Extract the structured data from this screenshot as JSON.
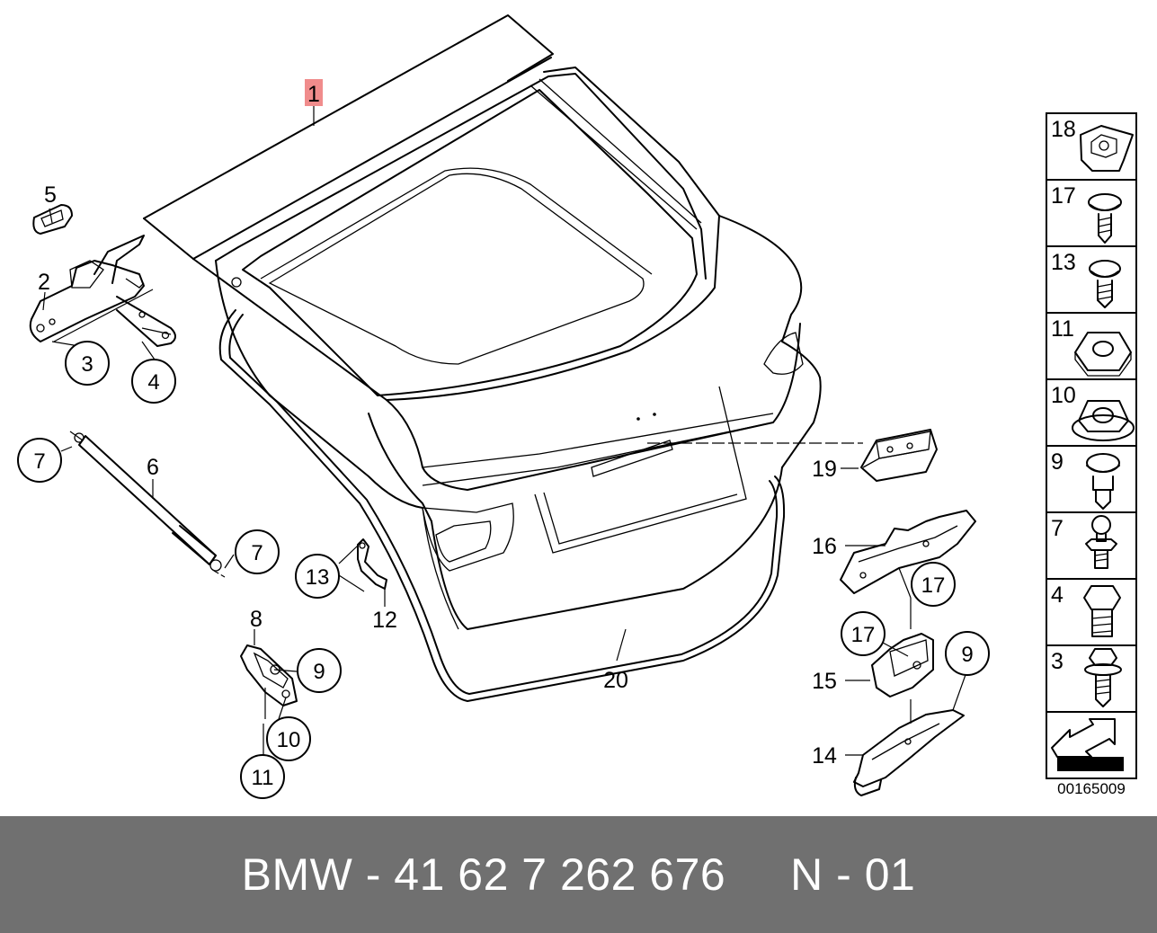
{
  "colors": {
    "footer_bg": "#707070",
    "footer_text": "#ffffff",
    "callout_highlight": "#f08c8c"
  },
  "callouts": {
    "c1": "1",
    "c2": "2",
    "c3": "3",
    "c4": "4",
    "c5": "5",
    "c6": "6",
    "c7a": "7",
    "c7b": "7",
    "c8": "8",
    "c9a": "9",
    "c9b": "9",
    "c10": "10",
    "c11": "11",
    "c12": "12",
    "c13": "13",
    "c14": "14",
    "c15": "15",
    "c16": "16",
    "c17a": "17",
    "c17b": "17",
    "c19": "19",
    "c20": "20"
  },
  "legend": [
    {
      "number": "18",
      "icon": "clip-nut-icon"
    },
    {
      "number": "17",
      "icon": "screw-icon"
    },
    {
      "number": "13",
      "icon": "screw-icon"
    },
    {
      "number": "11",
      "icon": "hex-nut-icon"
    },
    {
      "number": "10",
      "icon": "flange-nut-icon"
    },
    {
      "number": "9",
      "icon": "collar-screw-icon"
    },
    {
      "number": "7",
      "icon": "ball-stud-icon"
    },
    {
      "number": "4",
      "icon": "hex-bolt-icon"
    },
    {
      "number": "3",
      "icon": "collar-bolt-icon"
    },
    {
      "icon": "direction-arrow-icon"
    }
  ],
  "diagram_id": "00165009",
  "footer": {
    "text": "BMW - 41 62 7 262 676     N - 01"
  }
}
